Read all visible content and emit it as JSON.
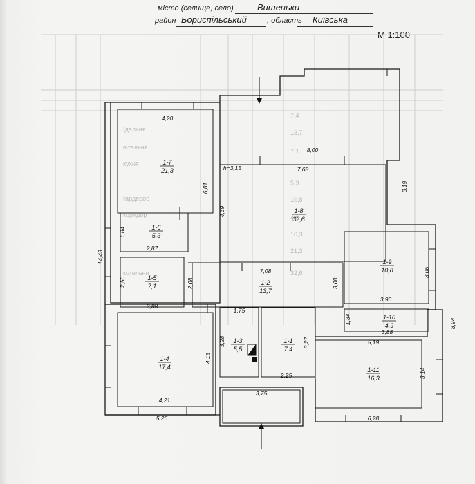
{
  "header": {
    "city_label": "місто (селище, село)",
    "city_value": "Вишеньки",
    "district_label": "район",
    "district_value": "Бориспільський",
    "oblast_label": ", область",
    "oblast_value": "Київська",
    "scale": "M 1:100"
  },
  "rooms": [
    {
      "id": "1-1",
      "area": "7,4"
    },
    {
      "id": "1-2",
      "area": "13,7"
    },
    {
      "id": "1-3",
      "area": "5,5"
    },
    {
      "id": "1-4",
      "area": "17,4"
    },
    {
      "id": "1-5",
      "area": "7,1"
    },
    {
      "id": "1-6",
      "area": "5,3"
    },
    {
      "id": "1-7",
      "area": "21,3"
    },
    {
      "id": "1-8",
      "area": "32,6"
    },
    {
      "id": "1-9",
      "area": "10,8"
    },
    {
      "id": "1-10",
      "area": "4,9"
    },
    {
      "id": "1-11",
      "area": "16,3"
    }
  ],
  "ceiling_height": "h=3,15",
  "dimensions": [
    "4,20",
    "6,81",
    "14,43",
    "8,00",
    "7,68",
    "3,19",
    "4,39",
    "1,84",
    "2,87",
    "2,50",
    "2,08",
    "2,88",
    "7,08",
    "3,08",
    "3,06",
    "3,90",
    "1,34",
    "3,88",
    "8,94",
    "1,75",
    "3,28",
    "3,27",
    "4,13",
    "5,19",
    "3,14",
    "2,25",
    "4,21",
    "3,75",
    "5,26",
    "6,28"
  ],
  "table_ghost": {
    "rows": [
      "7,4",
      "13,7",
      "7,1",
      "5,3",
      "10,8",
      "4,9",
      "16,3",
      "21,3",
      "32,6"
    ],
    "words": [
      "їдальня",
      "вітальня",
      "кухня",
      "гардероб",
      "коридор",
      "котельня"
    ]
  }
}
